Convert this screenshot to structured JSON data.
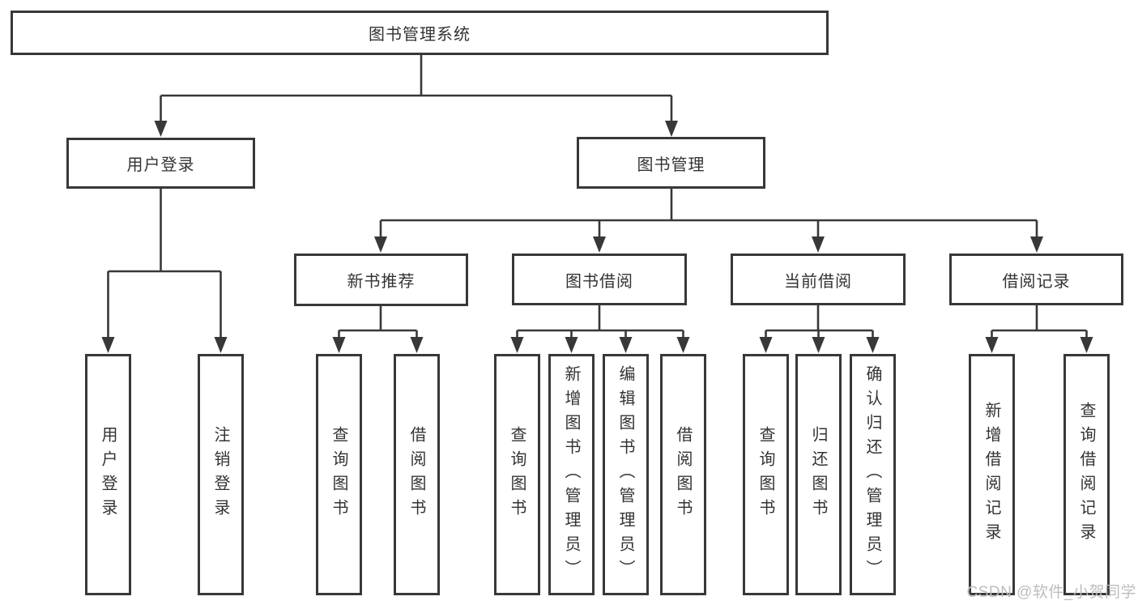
{
  "diagram": {
    "root": {
      "label": "图书管理系统"
    },
    "branches": [
      {
        "label": "用户登录",
        "children": [
          {
            "label": "用户登录"
          },
          {
            "label": "注销登录"
          }
        ]
      },
      {
        "label": "图书管理",
        "children": [
          {
            "label": "新书推荐",
            "children": [
              {
                "label": "查询图书"
              },
              {
                "label": "借阅图书"
              }
            ]
          },
          {
            "label": "图书借阅",
            "children": [
              {
                "label": "查询图书"
              },
              {
                "label": "新增图书（管理员）"
              },
              {
                "label": "编辑图书（管理员）"
              },
              {
                "label": "借阅图书"
              }
            ]
          },
          {
            "label": "当前借阅",
            "children": [
              {
                "label": "查询图书"
              },
              {
                "label": "归还图书"
              },
              {
                "label": "确认归还（管理员）"
              }
            ]
          },
          {
            "label": "借阅记录",
            "children": [
              {
                "label": "新增借阅记录"
              },
              {
                "label": "查询借阅记录"
              }
            ]
          }
        ]
      }
    ]
  },
  "watermark": {
    "text": "CSDN @软件_小贺同学"
  },
  "colors": {
    "line": "#383838",
    "text": "#333333",
    "watermark": "#bdbdbd",
    "background": "#ffffff"
  }
}
